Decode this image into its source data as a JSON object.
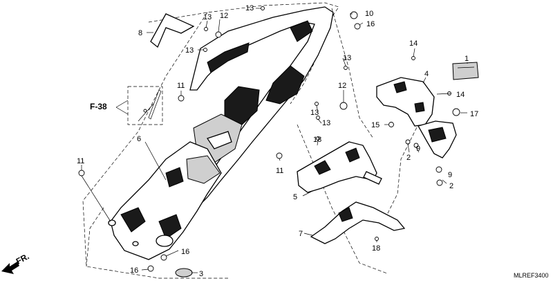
{
  "diagram": {
    "code": "MLREF3400",
    "direction": "FR.",
    "section_ref": "F-38",
    "callouts": [
      {
        "id": "c1",
        "text": "1"
      },
      {
        "id": "c2a",
        "text": "2"
      },
      {
        "id": "c2b",
        "text": "2"
      },
      {
        "id": "c3",
        "text": "3"
      },
      {
        "id": "c4",
        "text": "4"
      },
      {
        "id": "c5",
        "text": "5"
      },
      {
        "id": "c6",
        "text": "6"
      },
      {
        "id": "c7",
        "text": "7"
      },
      {
        "id": "c8",
        "text": "8"
      },
      {
        "id": "c9a",
        "text": "9"
      },
      {
        "id": "c9b",
        "text": "9"
      },
      {
        "id": "c10",
        "text": "10"
      },
      {
        "id": "c11a",
        "text": "11"
      },
      {
        "id": "c11b",
        "text": "11"
      },
      {
        "id": "c11c",
        "text": "11"
      },
      {
        "id": "c12a",
        "text": "12"
      },
      {
        "id": "c12b",
        "text": "12"
      },
      {
        "id": "c13a",
        "text": "13"
      },
      {
        "id": "c13b",
        "text": "13"
      },
      {
        "id": "c13c",
        "text": "13"
      },
      {
        "id": "c13d",
        "text": "13"
      },
      {
        "id": "c13e",
        "text": "13"
      },
      {
        "id": "c13f",
        "text": "13"
      },
      {
        "id": "c14a",
        "text": "14"
      },
      {
        "id": "c14b",
        "text": "14"
      },
      {
        "id": "c15",
        "text": "15"
      },
      {
        "id": "c16a",
        "text": "16"
      },
      {
        "id": "c16b",
        "text": "16"
      },
      {
        "id": "c16c",
        "text": "16"
      },
      {
        "id": "c17",
        "text": "17"
      },
      {
        "id": "c18a",
        "text": "18"
      },
      {
        "id": "c18b",
        "text": "18"
      }
    ]
  }
}
